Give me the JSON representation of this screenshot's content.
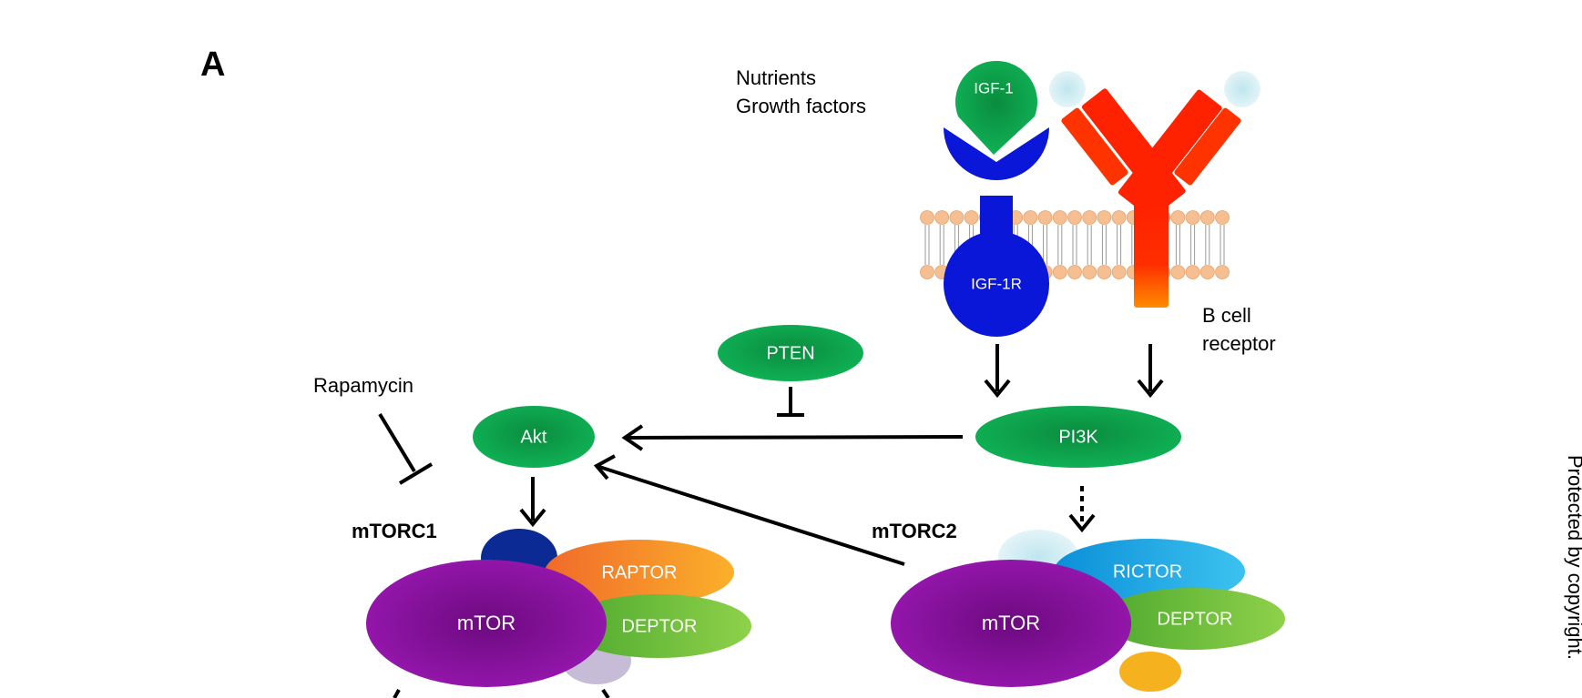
{
  "panel_label": "A",
  "labels": {
    "nutrients_line1": "Nutrients",
    "nutrients_line2": "Growth factors",
    "bcell_line1": "B cell",
    "bcell_line2": "receptor",
    "rapamycin": "Rapamycin",
    "mtorc1": "mTORC1",
    "mtorc2": "mTORC2"
  },
  "nodes": {
    "igf1": "IGF-1",
    "igf1r": "IGF-1R",
    "pten": "PTEN",
    "akt": "Akt",
    "pi3k": "PI3K",
    "raptor": "RAPTOR",
    "deptor1": "DEPTOR",
    "mtor1": "mTOR",
    "rictor": "RICTOR",
    "deptor2": "DEPTOR",
    "mtor2": "mTOR"
  },
  "side_note": "Protected by copyright.",
  "colors": {
    "green": "#0aa04a",
    "blue": "#0a16d8",
    "red": "#ff2a00",
    "purple": "#8a129e",
    "orange": "#f07a23",
    "light_green": "#6cbf3b",
    "cyan": "#1ba6e6",
    "membrane": "#f6bf92"
  }
}
